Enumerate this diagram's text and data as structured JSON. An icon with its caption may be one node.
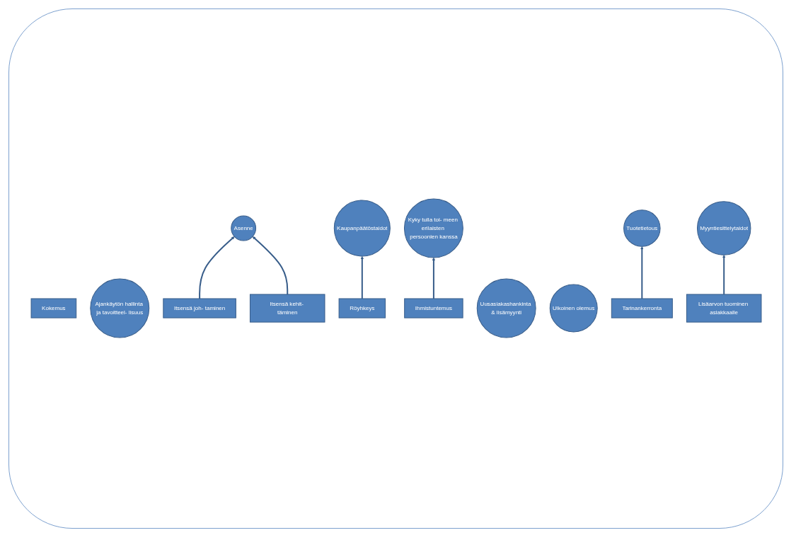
{
  "diagram": {
    "nodes": [
      {
        "text": [
          "Kokemus"
        ]
      },
      {
        "text": [
          "Asenne"
        ]
      },
      {
        "text": [
          "Ajankäytön hallinta ja tavoitteel- lisuus"
        ]
      },
      {
        "text": [
          "Kaupanpäätöstaidot"
        ]
      },
      {
        "text": [
          "Kyky tulla toi- meen erilaisten persoonien kanssa"
        ]
      },
      {
        "text": [
          "Itsensä joh- taminen"
        ]
      },
      {
        "text": [
          "Itsensä kehit- täminen"
        ]
      },
      {
        "text": [
          "Röyhkeys"
        ]
      },
      {
        "text": [
          "Ihmistuntemus"
        ]
      },
      {
        "text": [
          "Uusasiakashankinta & lisämyynti"
        ]
      },
      {
        "text": [
          "Tuotetietous"
        ]
      },
      {
        "text": [
          "Myyntiesittelytaidot"
        ]
      },
      {
        "text": [
          "Ulkoinen olemus"
        ]
      },
      {
        "text": [
          "Tarinankerronta"
        ]
      },
      {
        "text": [
          "Lisäarvon tuominen asiakkaalle"
        ]
      }
    ],
    "edges": [
      {
        "from": 5,
        "to": 1,
        "arrow": "to"
      },
      {
        "from": 6,
        "to": 1,
        "arrow": "to"
      },
      {
        "from": 7,
        "to": 3,
        "arrow": "to"
      },
      {
        "from": 8,
        "to": 4,
        "arrow": "to"
      },
      {
        "from": 13,
        "to": 10,
        "arrow": "to"
      },
      {
        "from": 14,
        "to": 11,
        "arrow": "to"
      }
    ]
  }
}
